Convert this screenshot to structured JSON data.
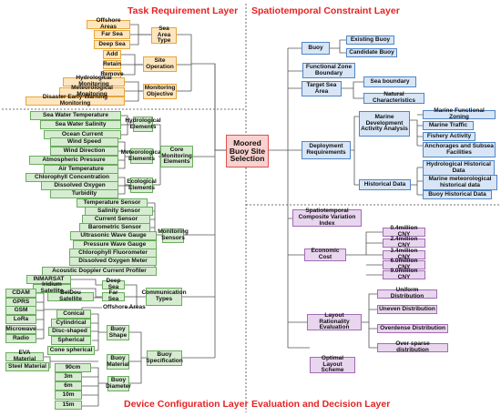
{
  "titles": {
    "task": "Task Requirement Layer",
    "spatio": "Spatiotemporal Constraint Layer",
    "device": "Device Configuration Layer",
    "eval": "Evaluation and Decision Layer"
  },
  "center": "Moored Buoy Site Selection",
  "task": {
    "sea_area_type": "Sea Area Type",
    "sea_areas": [
      "Offshore Areas",
      "Far Sea",
      "Deep Sea"
    ],
    "site_operation": "Site Operation",
    "operations": [
      "Add",
      "Retain",
      "Remove"
    ],
    "monitoring_objective": "Monitoring Objective",
    "objectives": [
      "Hydrological Monitoring",
      "Meteorological Monitoring",
      "Disaster Early-Warning Monitoring"
    ]
  },
  "device": {
    "core_monitoring": "Core Monitoring Elements",
    "hydro_elements": "Hydrological Elements",
    "hydro_items": [
      "Sea Water Temperature",
      "Sea Water Salinity",
      "Ocean Current"
    ],
    "meteo_elements": "Meteorological Elements",
    "meteo_items": [
      "Wind Speed",
      "Wind Direction",
      "Atmospheric Pressure",
      "Air Temperature"
    ],
    "eco_elements": "Ecological Elements",
    "eco_items": [
      "Chlorophyll Concentration",
      "Dissolved Oxygen",
      "Turbidity"
    ],
    "monitoring_sensors": "Monitoring Sensors",
    "sensors": [
      "Temperature Sensor",
      "Salinity Sensor",
      "Current Sensor",
      "Barometric Sensor",
      "Ultrasonic Wave Gauge",
      "Pressure Wave Gauge",
      "Chlorophyll Fluorometer",
      "Dissolved Oxygen Meter",
      "Acoustic Doppler Current Profiler"
    ],
    "communication_types": "Communication Types",
    "comm_far": [
      "INMARSAT",
      "Iridium Satellite",
      "BeiDou Satellite"
    ],
    "comm_off": [
      "CDAM",
      "GPRS",
      "GSM",
      "LoRa",
      "Microwave",
      "Radio"
    ],
    "comm_groups": [
      "Deep Sea",
      "Far Sea",
      "Offshore Areas"
    ],
    "buoy_specification": "Buoy Specification",
    "buoy_shape": "Buoy Shape",
    "shapes": [
      "Conical",
      "Cylindrical",
      "Disc-shaped",
      "Spherical",
      "Cone spherical"
    ],
    "buoy_material": "Buoy Material",
    "materials": [
      "EVA Material",
      "Steel Material"
    ],
    "buoy_diameter": "Buoy Diameter",
    "diameters": [
      "90cm",
      "3m",
      "6m",
      "10m",
      "15m"
    ]
  },
  "spatio": {
    "buoy": "Buoy",
    "buoy_items": [
      "Existing Buoy",
      "Candidate Buoy"
    ],
    "functional_zone": "Functional Zone Boundary",
    "target_sea": "Target Sea Area",
    "target_items": [
      "Sea boundary",
      "Natural Characteristics"
    ],
    "deployment": "Deployment Requirements",
    "marine_dev": "Marine Development Activity Analysis",
    "marine_items": [
      "Marine Functional Zoning",
      "Marine Traffic",
      "Fishery Activity",
      "Anchorages and Subsea Facilities"
    ],
    "historical": "Historical Data",
    "hist_items": [
      "Hydrological Historical Data",
      "Marine meteorological historical data",
      "Buoy Historical Data"
    ]
  },
  "eval": {
    "composite": "Spatiotemporal Composite Variation Index",
    "economic": "Economic Cost",
    "costs": [
      "0.4million CNY",
      "2.4million CNY",
      "3.4million CNY",
      "6.0million CNY",
      "9.0million CNY"
    ],
    "rationality": "Layout Rationality Evaluation",
    "distributions": [
      "Uniform Distribution",
      "Uneven Distribution",
      "Overdense Distribution",
      "Over sparse distribution"
    ],
    "optimal": "Optimal Layout Scheme"
  }
}
